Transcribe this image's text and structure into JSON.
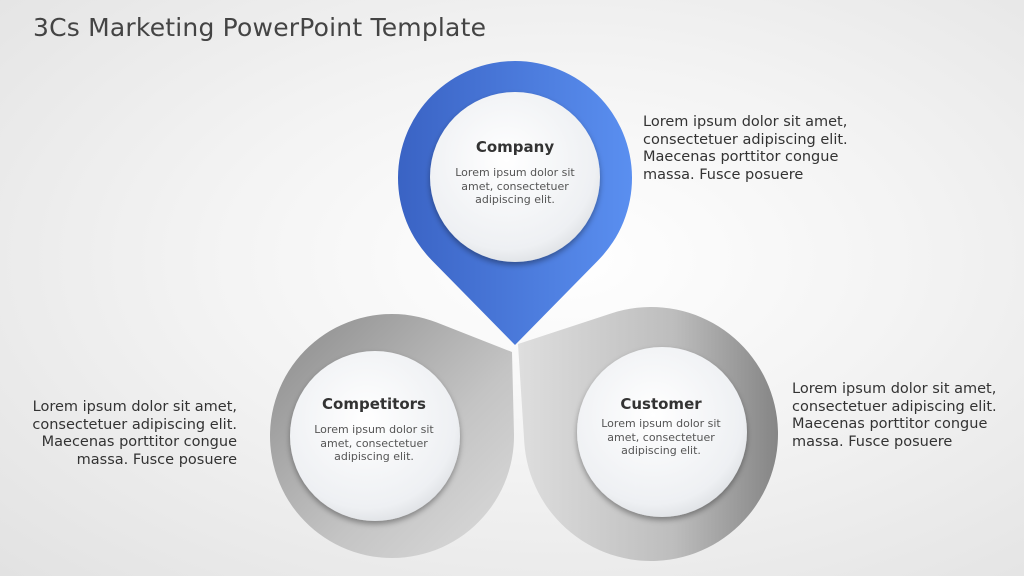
{
  "title": "3Cs Marketing PowerPoint Template",
  "colors": {
    "company": "#4a7ee0",
    "company_dark": "#3a63c4",
    "gray_light": "#d6d6d6",
    "gray_dark": "#8c8c8c"
  },
  "nodes": [
    {
      "heading": "Company",
      "body": [
        "Lorem ipsum dolor sit",
        "amet, consectetuer",
        "adipiscing elit."
      ]
    },
    {
      "heading": "Competitors",
      "body": [
        "Lorem ipsum dolor sit",
        "amet, consectetuer",
        "adipiscing elit."
      ]
    },
    {
      "heading": "Customer",
      "body": [
        "Lorem ipsum dolor sit",
        "amet, consectetuer",
        "adipiscing elit."
      ]
    }
  ],
  "side_texts": {
    "company": [
      "Lorem ipsum dolor sit amet,",
      "consectetuer adipiscing elit.",
      "Maecenas porttitor congue",
      "massa. Fusce posuere"
    ],
    "competitors": [
      "Lorem ipsum dolor sit amet,",
      "consectetuer adipiscing elit.",
      "Maecenas porttitor congue",
      "massa. Fusce posuere"
    ],
    "customer": [
      "Lorem ipsum dolor sit amet,",
      "consectetuer adipiscing elit.",
      "Maecenas porttitor congue",
      "massa. Fusce posuere"
    ]
  }
}
